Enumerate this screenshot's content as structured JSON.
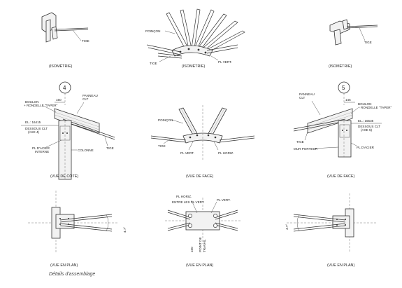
{
  "views": {
    "iso_left": {
      "caption": "(ISOMÉTRIE)",
      "tige": "TIGE"
    },
    "iso_center": {
      "caption": "(ISOMÉTRIE)",
      "poincon": "POINÇON",
      "tige": "TIGE",
      "pl_vert": "PL VERT."
    },
    "iso_right": {
      "caption": "(ISOMÉTRIE)",
      "tige": "TIGE"
    },
    "side_left": {
      "caption": "(VUE DE CÔTÉ)",
      "marker": "4",
      "dim": "150",
      "boulon": "BOULON",
      "rondelle": "+ RONDELLE \"TAPER\"",
      "panneau_1": "PANNEAU",
      "panneau_2": "CLT",
      "el_1": "EL.: 16415",
      "el_2": "DESSOUS CLT",
      "el_3": "(AXE 4)",
      "pl_acier_1": "PL D'ACIER",
      "pl_acier_2": "INTERNE",
      "colonne": "COLONNE",
      "tige": "TIGE"
    },
    "face_center": {
      "caption": "(VUE DE FACE)",
      "poincon": "POINÇON",
      "tige": "TIGE",
      "pl_vert": "PL VERT.",
      "pl_horiz": "PL HORIZ."
    },
    "face_right": {
      "caption": "(VUE DE FACE)",
      "marker": "5",
      "dim": "145",
      "panneau_1": "PANNEAU",
      "panneau_2": "CLT",
      "boulon": "BOULON",
      "rondelle": "+ RONDELLE \"TAPER\"",
      "el_1": "EL.: 15535",
      "el_2": "DESSOUS CLT",
      "el_3": "(AXE 5)",
      "tige": "TIGE",
      "mur_porteur": "MUR PORTEUR",
      "pl_acier": "PL D'ACIER"
    },
    "plan_left": {
      "caption": "(VUE EN PLAN)",
      "angle": "4.7°"
    },
    "plan_center": {
      "caption": "(VUE EN PLAN)",
      "pl_horiz": "PL HORIZ.",
      "entre_1": "ENTRE LES PL VERT.",
      "pl_vert": "PL VERT.",
      "dim_1": "150",
      "dim_2": "POINT DE",
      "dim_3": "TRAVAIL"
    },
    "plan_right": {
      "caption": "(VUE EN PLAN)",
      "angle": "4.7°"
    }
  },
  "caption": "Détails d'assemblage"
}
